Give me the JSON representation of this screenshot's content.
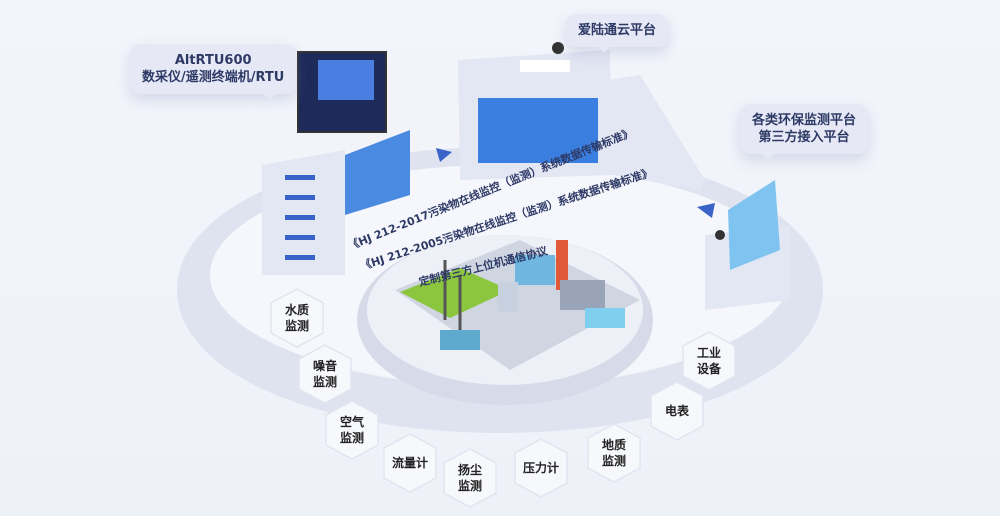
{
  "bubbles": {
    "rtu": {
      "line1": "AltRTU600",
      "line2": "数采仪/遥测终端机/RTU"
    },
    "cloud": {
      "label": "爱陆通云平台"
    },
    "third_party": {
      "line1": "各类环保监测平台",
      "line2": "第三方接入平台"
    }
  },
  "protocols": [
    "《HJ 212-2017污染物在线监控（监测）系统数据传输标准》",
    "《HJ 212-2005污染物在线监控（监测）系统数据传输标准》",
    "定制第三方上位机通信协议"
  ],
  "sensors": [
    {
      "line1": "水质",
      "line2": "监测"
    },
    {
      "line1": "噪音",
      "line2": "监测"
    },
    {
      "line1": "空气",
      "line2": "监测"
    },
    {
      "line1": "流量计",
      "line2": ""
    },
    {
      "line1": "扬尘",
      "line2": "监测"
    },
    {
      "line1": "压力计",
      "line2": ""
    },
    {
      "line1": "地质",
      "line2": "监测"
    },
    {
      "line1": "电表",
      "line2": ""
    },
    {
      "line1": "工业",
      "line2": "设备"
    }
  ],
  "colors": {
    "accent": "#3a63c9",
    "text": "#2e3a66",
    "grass": "#8cc63f"
  }
}
